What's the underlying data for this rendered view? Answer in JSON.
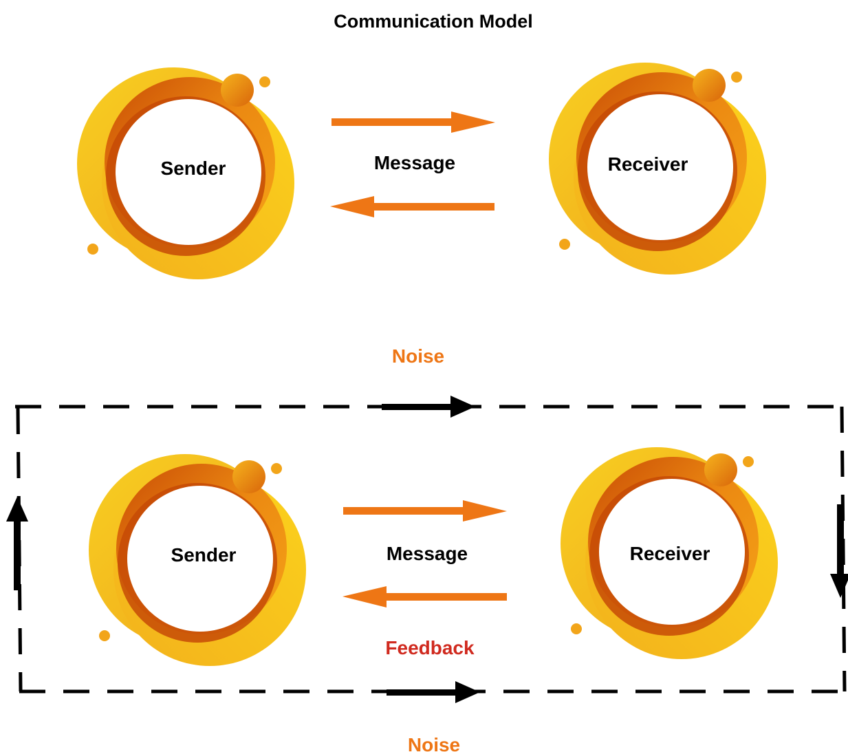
{
  "title": "Communication Model",
  "diagram1": {
    "sender": "Sender",
    "receiver": "Receiver",
    "message": "Message",
    "noise": "Noise"
  },
  "diagram2": {
    "sender": "Sender",
    "receiver": "Receiver",
    "message": "Message",
    "feedback": "Feedback",
    "noise": "Noise"
  },
  "colors": {
    "orange_arrow": "#ee7615",
    "noise_text": "#ee7615",
    "feedback_text": "#d02a1f",
    "ring_yellow": "#f6c418",
    "ring_orange": "#e06a0b",
    "black": "#000000"
  }
}
